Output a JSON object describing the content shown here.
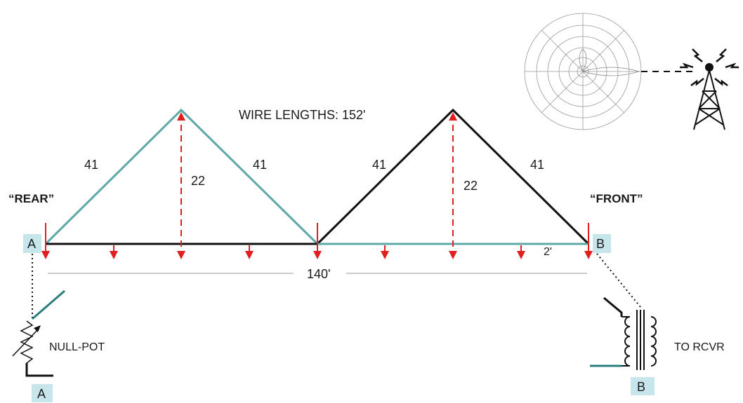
{
  "title": "WIRE LENGTHS: 152'",
  "labels": {
    "rear": "“REAR”",
    "front": "“FRONT”",
    "end_a": "A",
    "end_b": "B",
    "bottom_a": "A",
    "bottom_b": "B",
    "null_pot": "NULL-POT",
    "to_rcvr": "TO RCVR",
    "span": "140'",
    "ground_gap": "2'",
    "left_tri_left_side": "41",
    "left_tri_right_side": "41",
    "right_tri_left_side": "41",
    "right_tri_right_side": "41",
    "left_tri_height": "22",
    "right_tri_height": "22"
  },
  "colors": {
    "teal_wire": "#5fa8a8",
    "black_wire": "#111111",
    "arrow_red": "#e02020",
    "label_box": "#c6e6ec",
    "dark_teal": "#2a7d7d"
  },
  "icons": {
    "polar_plot": "polar-pattern-icon",
    "tower": "transmitter-tower-icon",
    "resistor": "potentiometer-icon",
    "transformer": "transformer-icon"
  }
}
